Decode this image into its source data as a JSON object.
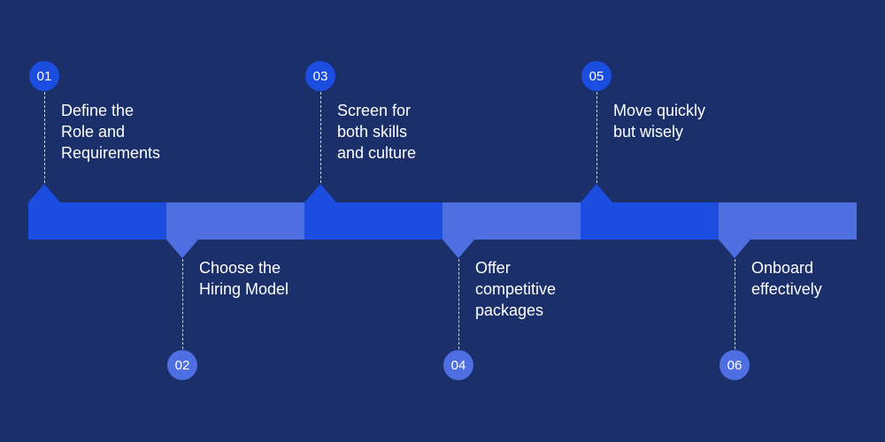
{
  "colors": {
    "background": "#1b2f6b",
    "dark_segment": "#1a4de0",
    "light_segment": "#4e6fe2"
  },
  "steps": [
    {
      "number": "01",
      "lines": [
        "Define the",
        "Role and",
        "Requirements"
      ],
      "position": "top"
    },
    {
      "number": "02",
      "lines": [
        "Choose the",
        "Hiring Model"
      ],
      "position": "bottom"
    },
    {
      "number": "03",
      "lines": [
        "Screen for",
        "both skills",
        "and culture"
      ],
      "position": "top"
    },
    {
      "number": "04",
      "lines": [
        "Offer",
        "competitive",
        "packages"
      ],
      "position": "bottom"
    },
    {
      "number": "05",
      "lines": [
        "Move quickly",
        "but wisely"
      ],
      "position": "top"
    },
    {
      "number": "06",
      "lines": [
        "Onboard",
        "effectively"
      ],
      "position": "bottom"
    }
  ]
}
